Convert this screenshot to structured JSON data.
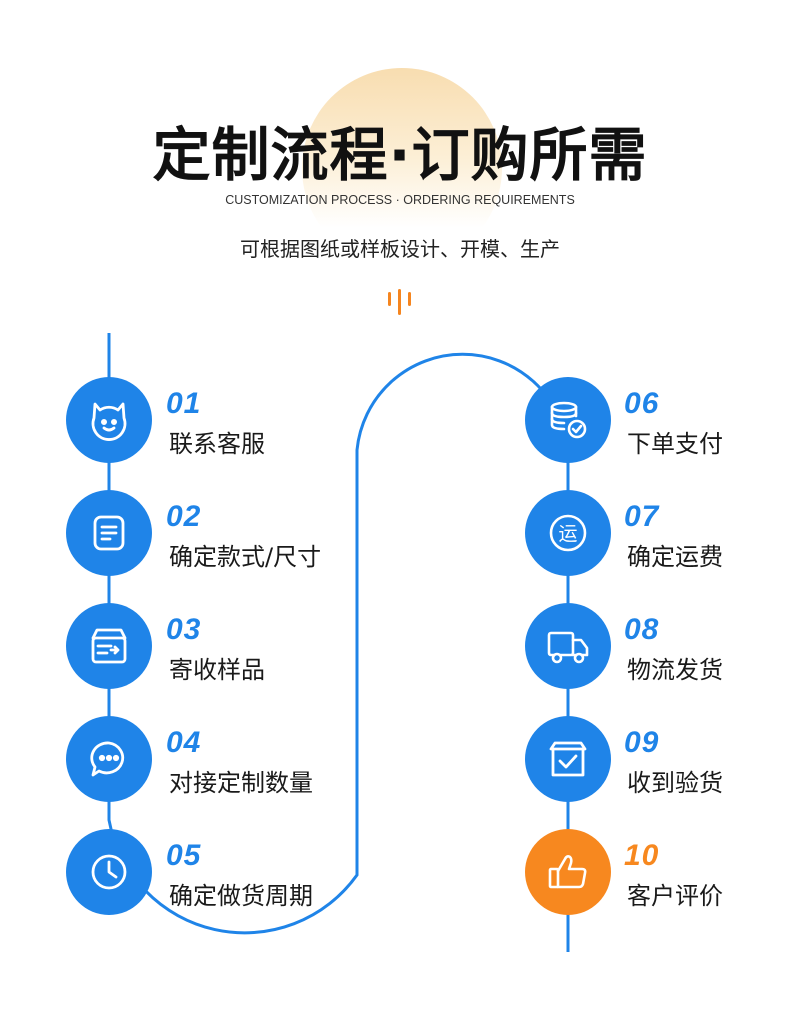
{
  "header": {
    "title": "定制流程·订购所需",
    "subtitle": "CUSTOMIZATION PROCESS · ORDERING REQUIREMENTS",
    "description": "可根据图纸或样板设计、开模、生产"
  },
  "colors": {
    "primary": "#1f84e8",
    "accent": "#f7881f"
  },
  "steps": [
    {
      "number": "01",
      "label": "联系客服",
      "icon": "chat-face-icon"
    },
    {
      "number": "02",
      "label": "确定款式/尺寸",
      "icon": "document-icon"
    },
    {
      "number": "03",
      "label": "寄收样品",
      "icon": "box-arrow-icon"
    },
    {
      "number": "04",
      "label": "对接定制数量",
      "icon": "speech-bubble-icon"
    },
    {
      "number": "05",
      "label": "确定做货周期",
      "icon": "clock-icon"
    },
    {
      "number": "06",
      "label": "下单支付",
      "icon": "coins-check-icon"
    },
    {
      "number": "07",
      "label": "确定运费",
      "icon": "shipping-fee-icon",
      "icon_text": "运"
    },
    {
      "number": "08",
      "label": "物流发货",
      "icon": "truck-icon"
    },
    {
      "number": "09",
      "label": "收到验货",
      "icon": "checkbox-icon"
    },
    {
      "number": "10",
      "label": "客户评价",
      "icon": "thumbs-up-icon"
    }
  ]
}
